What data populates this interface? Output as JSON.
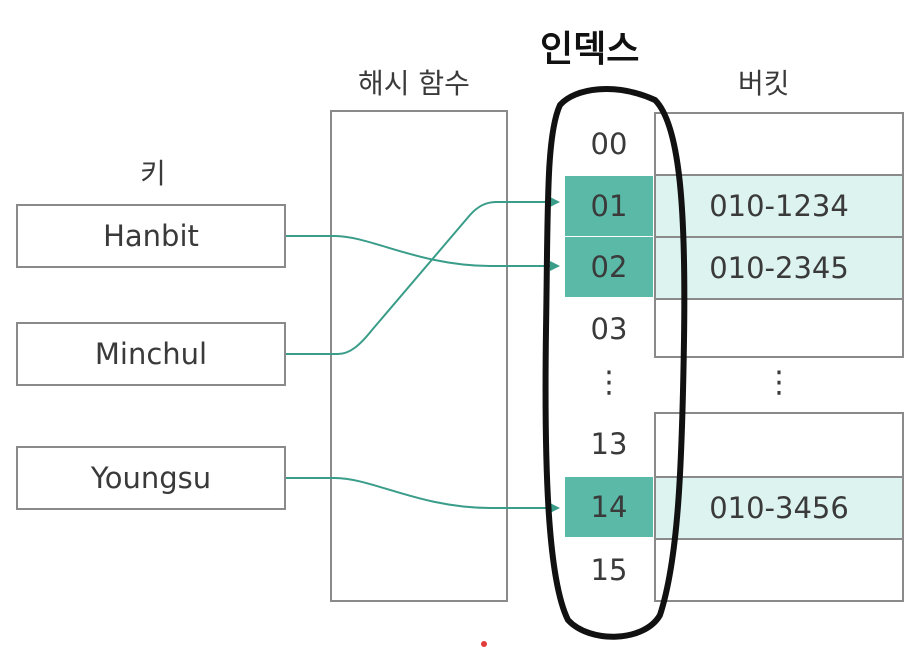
{
  "headings": {
    "key": "키",
    "hash_function": "해시 함수",
    "index": "인덱스",
    "bucket": "버킷"
  },
  "keys": [
    "Hanbit",
    "Minchul",
    "Youngsu"
  ],
  "indices": [
    {
      "label": "00",
      "highlight": false
    },
    {
      "label": "01",
      "highlight": true
    },
    {
      "label": "02",
      "highlight": true
    },
    {
      "label": "03",
      "highlight": false
    },
    {
      "label": "13",
      "highlight": false
    },
    {
      "label": "14",
      "highlight": true
    },
    {
      "label": "15",
      "highlight": false
    }
  ],
  "index_ellipsis": "⋮",
  "buckets": {
    "row_00": "",
    "row_01": "010-1234",
    "row_02": "010-2345",
    "row_03": "",
    "row_13": "",
    "row_14": "010-3456",
    "row_15": ""
  },
  "bucket_ellipsis": "⋮",
  "mappings": [
    {
      "key": "Hanbit",
      "index": "02"
    },
    {
      "key": "Minchul",
      "index": "01"
    },
    {
      "key": "Youngsu",
      "index": "14"
    }
  ],
  "colors": {
    "arrow": "#3a9d89",
    "index_highlight": "#5bb9a7",
    "bucket_highlight": "#dcf3f0",
    "outline": "#111111"
  }
}
